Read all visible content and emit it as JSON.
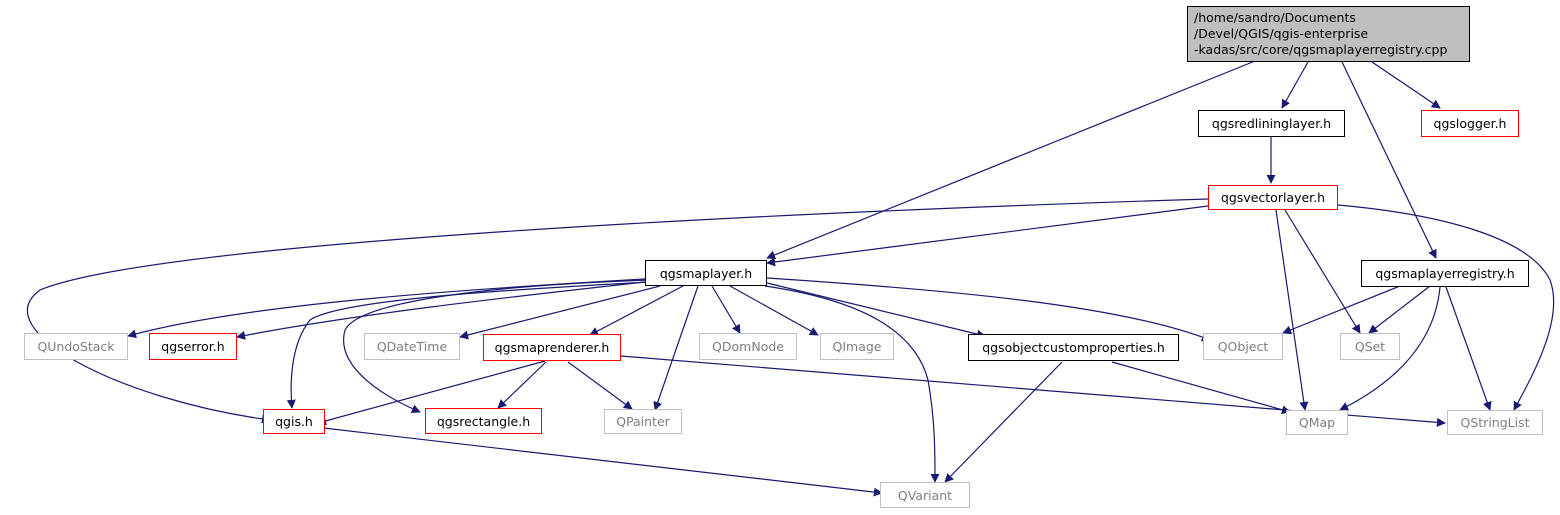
{
  "root": {
    "lines": [
      "/home/sandro/Documents",
      "/Devel/QGIS/qgis-enterprise",
      "-kadas/src/core/qgsmaplayerregistry.cpp"
    ]
  },
  "nodes": {
    "qgsredlininglayer": "qgsredlininglayer.h",
    "qgslogger": "qgslogger.h",
    "qgsvectorlayer": "qgsvectorlayer.h",
    "qgsmaplayer": "qgsmaplayer.h",
    "qgsmaplayerregistry": "qgsmaplayerregistry.h",
    "QUndoStack": "QUndoStack",
    "qgserror": "qgserror.h",
    "QDateTime": "QDateTime",
    "qgsmaprenderer": "qgsmaprenderer.h",
    "QDomNode": "QDomNode",
    "QImage": "QImage",
    "qgsobjectcustomproperties": "qgsobjectcustomproperties.h",
    "QObject": "QObject",
    "QSet": "QSet",
    "qgis": "qgis.h",
    "qgsrectangle": "qgsrectangle.h",
    "QPainter": "QPainter",
    "QMap": "QMap",
    "QStringList": "QStringList",
    "QVariant": "QVariant"
  },
  "colors": {
    "edge": "#191970",
    "truncated_border": "#ff0000",
    "external_border": "#bfbfbf",
    "external_text": "#7f7f7f",
    "root_fill": "#bfbfbf"
  }
}
